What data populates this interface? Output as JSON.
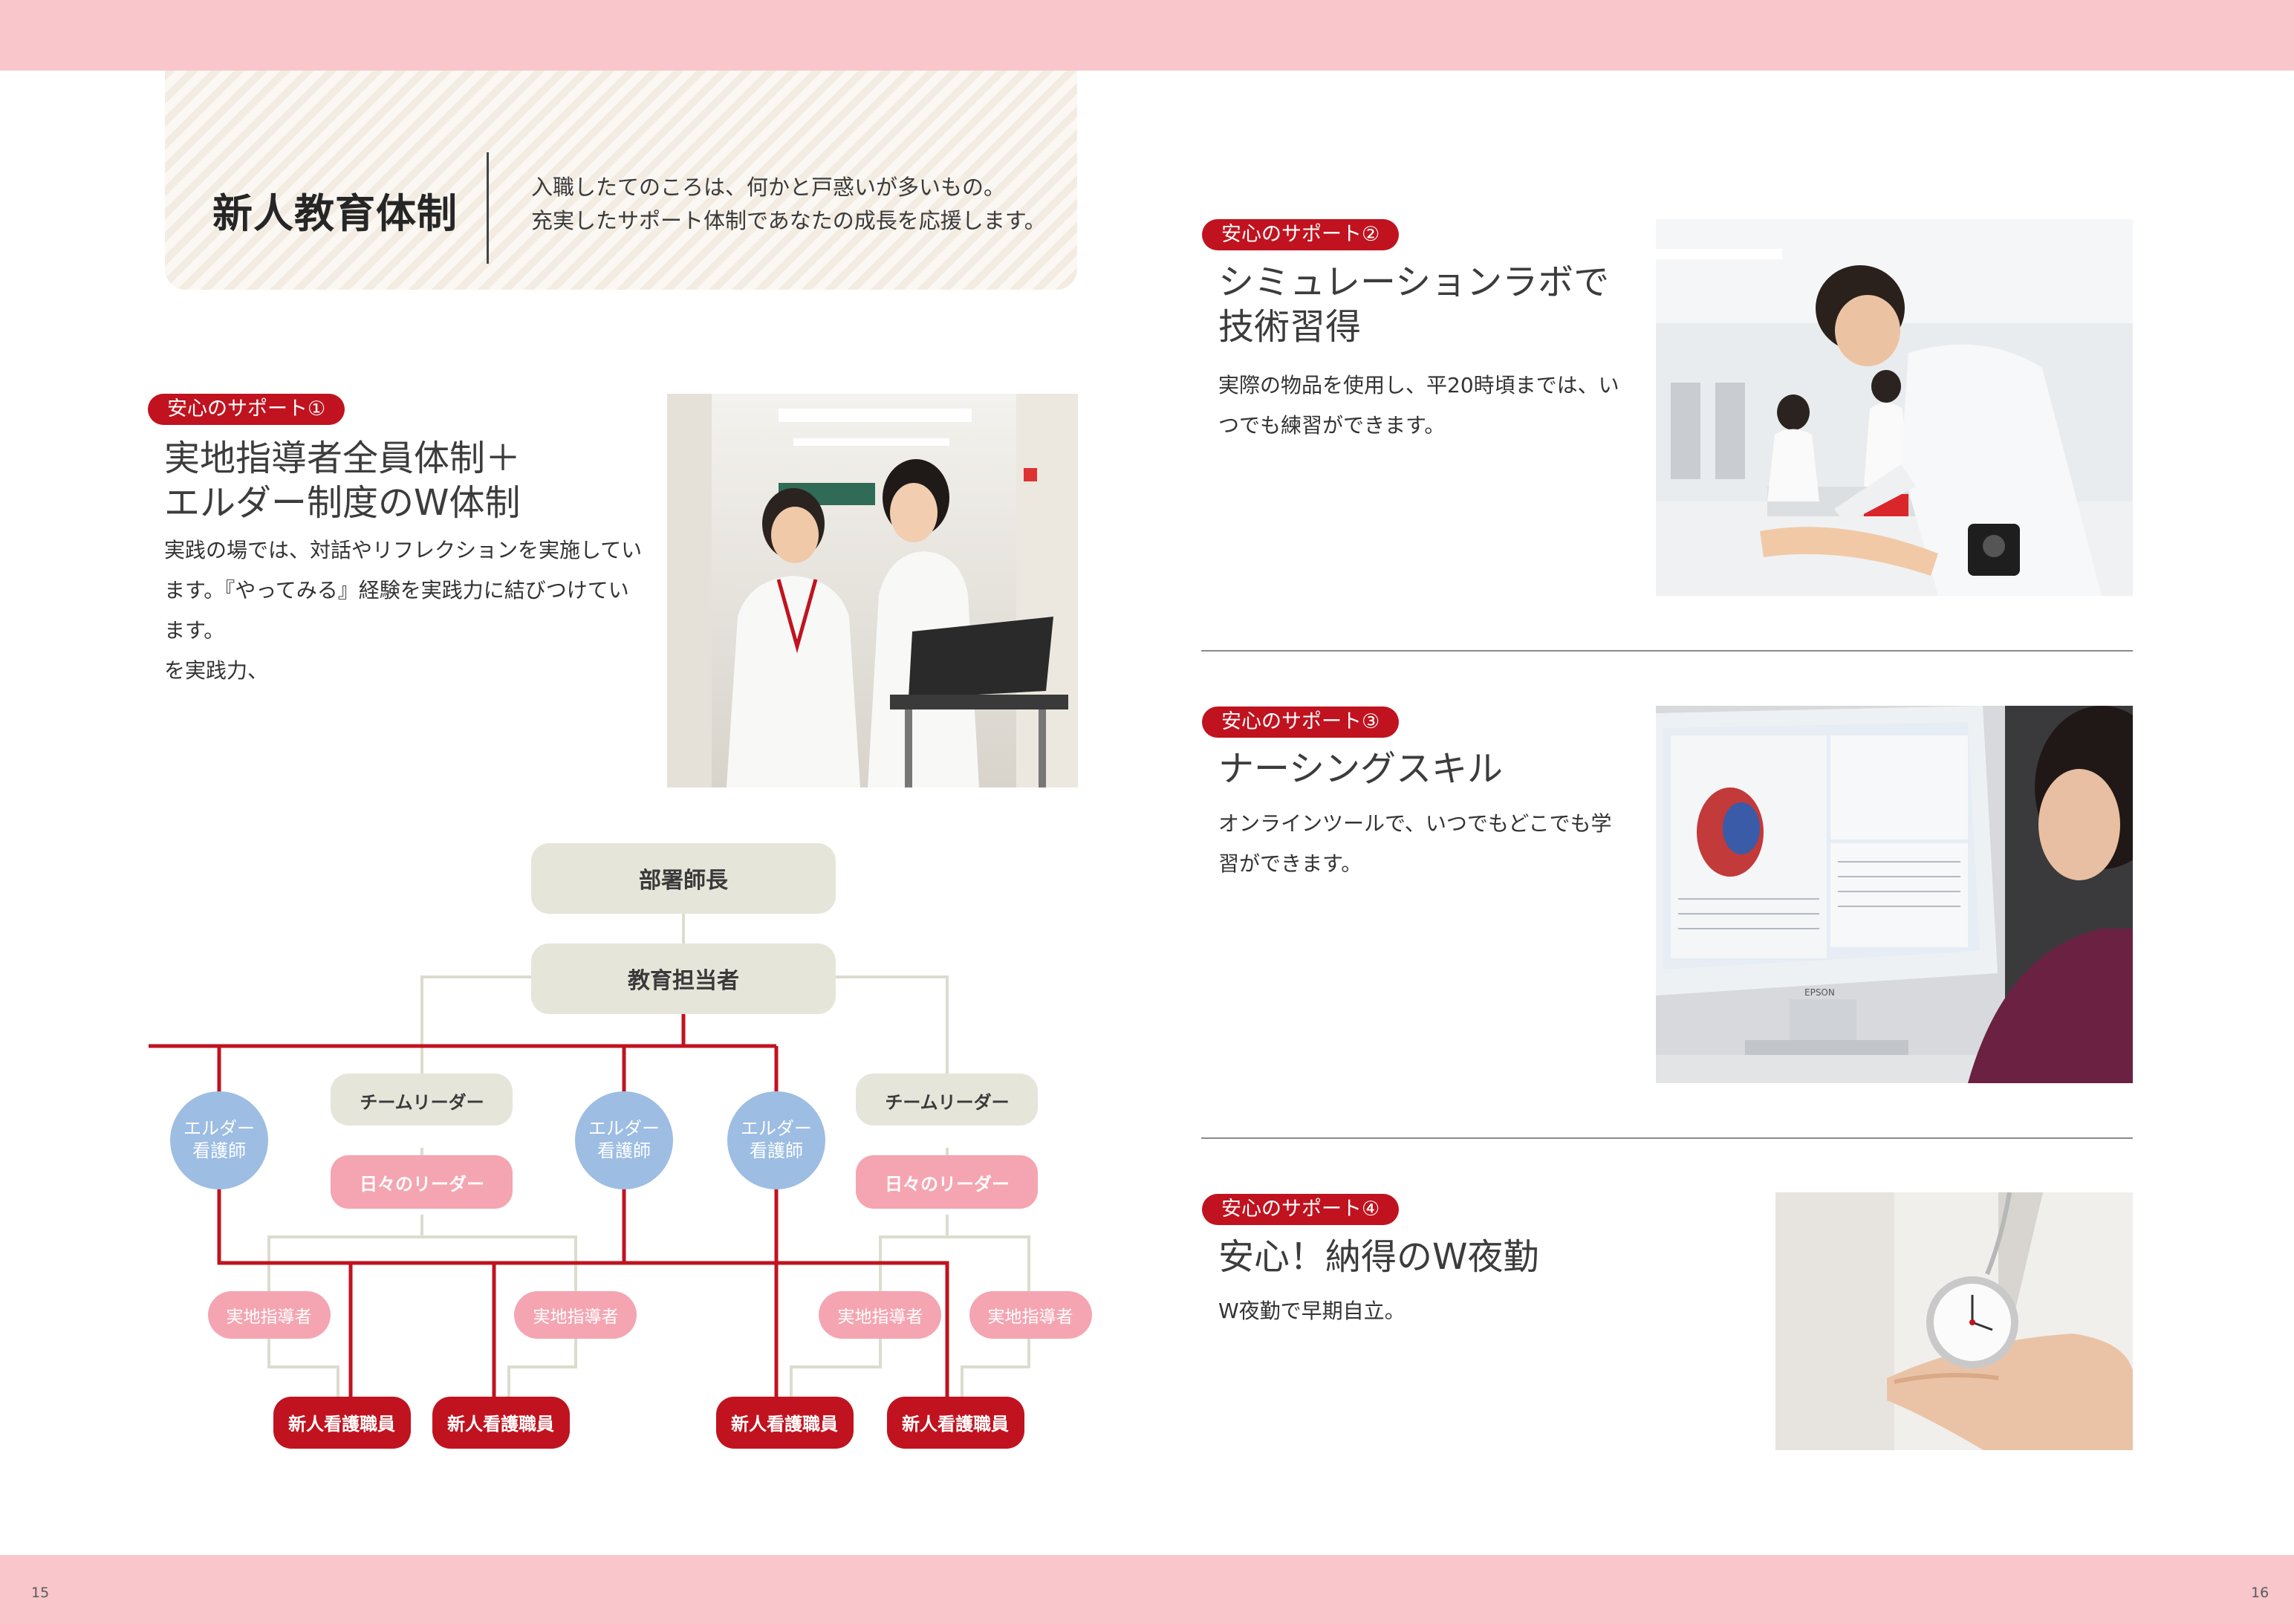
{
  "page": {
    "left_number": "15",
    "right_number": "16"
  },
  "header": {
    "title": "新人教育体制",
    "lines": [
      "入職したてのころは、何かと戸惑いが多いもの。",
      "充実したサポート体制であなたの成長を応援します。"
    ]
  },
  "support1": {
    "badge": "安心のサポート①",
    "heading": [
      "実地指導者全員体制＋",
      "エルダー制度のW体制"
    ],
    "body": [
      "実践の場では、対話やリフレクションを実施してい",
      "ます。『やってみる』経験を実践力に結びつけてい",
      "ます。",
      "を実践力、"
    ]
  },
  "support2": {
    "badge": "安心のサポート②",
    "heading": [
      "シミュレーションラボで",
      "技術習得"
    ],
    "body": [
      "実際の物品を使用し、平20時頃までは、い",
      "つでも練習ができます。"
    ]
  },
  "support3": {
    "badge": "安心のサポート③",
    "heading": [
      "ナーシングスキル"
    ],
    "body": [
      "オンラインツールで、いつでもどこでも学",
      "習ができます。"
    ]
  },
  "support4": {
    "badge": "安心のサポート④",
    "heading": [
      "安心！納得のW夜勤"
    ],
    "body": [
      "W夜勤で早期自立。"
    ]
  },
  "org_chart": {
    "head": "部署師長",
    "education": "教育担当者",
    "team_leader": "チームリーダー",
    "daily_leader": "日々のリーダー",
    "elder": [
      "エルダー",
      "看護師"
    ],
    "preceptor": "実地指導者",
    "new_nurse": "新人看護職員"
  },
  "photo_monitor_text": "EPSON"
}
